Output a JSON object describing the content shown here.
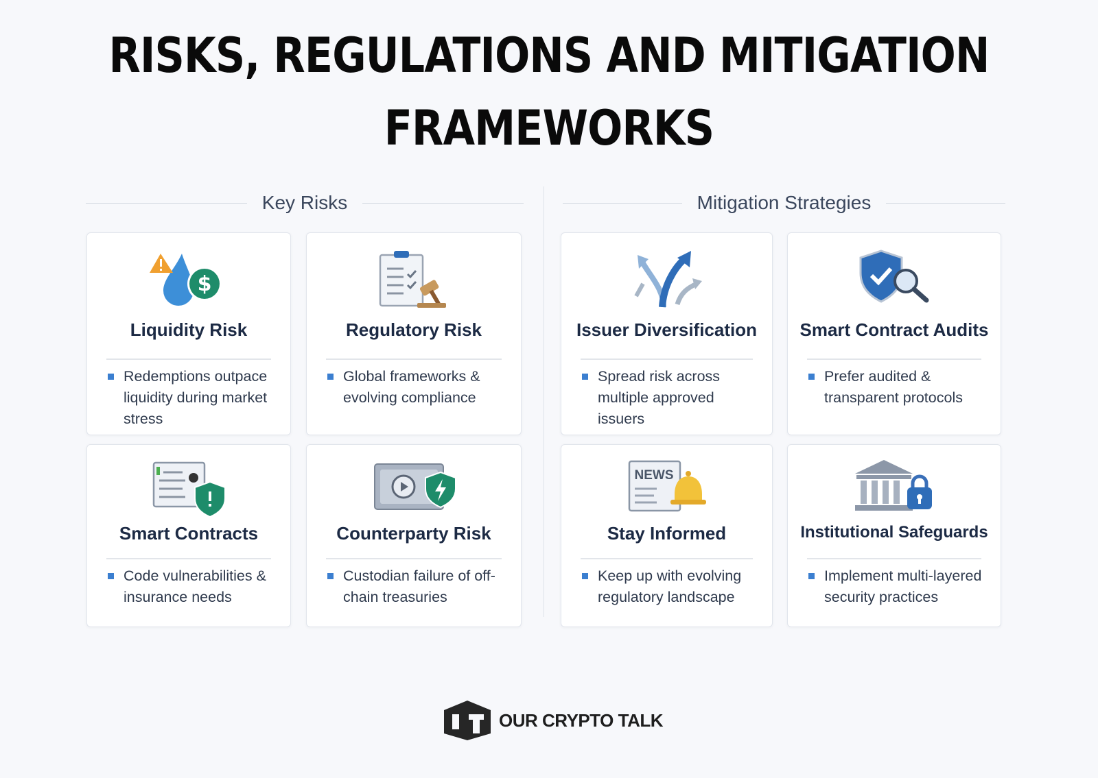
{
  "title": {
    "line1": "RISKS, REGULATIONS AND MITIGATION",
    "line2": "FRAMEWORKS"
  },
  "sections": {
    "left": "Key Risks",
    "right": "Mitigation Strategies"
  },
  "cards": [
    {
      "title": "Liquidity Risk",
      "text": "Redemptions outpace liquidity during market stress",
      "icon": "liquidity-warning-icon"
    },
    {
      "title": "Regulatory Risk",
      "text": "Global frameworks & evolving compliance",
      "icon": "clipboard-gavel-icon"
    },
    {
      "title": "Smart Contracts",
      "text": "Code vulnerabilities & insurance needs",
      "icon": "code-shield-icon"
    },
    {
      "title": "Counterparty Risk",
      "text": "Custodian failure of off-chain treasuries",
      "icon": "vault-shield-icon"
    },
    {
      "title": "Issuer Diversification",
      "text": "Spread risk across multiple approved issuers",
      "icon": "diverging-arrows-icon"
    },
    {
      "title": "Smart Contract Audits",
      "text": "Prefer audited & transparent protocols",
      "icon": "shield-magnifier-icon"
    },
    {
      "title": "Stay Informed",
      "text": "Keep up with evolving regulatory landscape",
      "icon": "news-bell-icon",
      "icon_text": "NEWS"
    },
    {
      "title": "Institutional Safeguards",
      "text": "Implement multi-layered security practices",
      "icon": "bank-lock-icon"
    }
  ],
  "logo": {
    "text": "OUR CRYPTO TALK"
  },
  "colors": {
    "accent": "#3b7fd0",
    "heading": "#1c2a44"
  }
}
